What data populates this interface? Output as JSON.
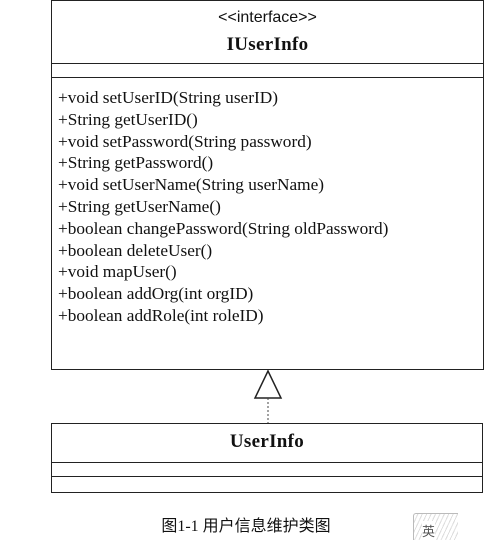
{
  "interface_class": {
    "stereotype": "<<interface>>",
    "name": "IUserInfo",
    "methods": [
      "+void setUserID(String userID)",
      "+String getUserID()",
      "+void setPassword(String password)",
      "+String getPassword()",
      "+void setUserName(String userName)",
      "+String getUserName()",
      "+boolean changePassword(String oldPassword)",
      "+boolean deleteUser()",
      "+void mapUser()",
      "+boolean addOrg(int orgID)",
      "+boolean addRole(int roleID)"
    ]
  },
  "implementing_class": {
    "name": "UserInfo"
  },
  "relationship": "realization",
  "caption": "图1-1 用户信息维护类图",
  "corner_stamp": "英"
}
